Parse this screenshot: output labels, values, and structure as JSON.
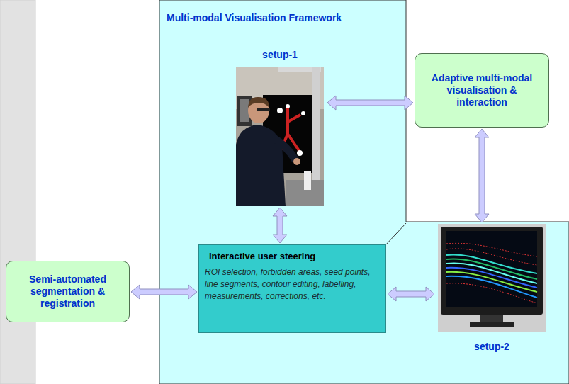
{
  "diagram": {
    "nodes": [
      {
        "text": [
          "Multi-modal Visualisation Framework"
        ]
      },
      {
        "text": [
          "setup-1"
        ],
        "in": 0
      },
      {
        "text": [
          "Adaptive multi-modal visualisation & interaction"
        ]
      },
      {
        "text": [
          "Interactive user steering",
          "ROI selection, forbidden areas, seed points, line segments, contour editing, labelling, measurements, corrections, etc."
        ],
        "in": 0
      },
      {
        "text": [
          "setup-2"
        ],
        "in": 0
      },
      {
        "text": [
          "Semi-automated segmentation & registration"
        ]
      }
    ],
    "edges": [
      {
        "from": 1,
        "to": 2,
        "arrow": "both"
      },
      {
        "from": 1,
        "to": 3,
        "arrow": "both"
      },
      {
        "from": 2,
        "to": 4,
        "arrow": "both"
      },
      {
        "from": 5,
        "to": 3,
        "arrow": "both"
      },
      {
        "from": 3,
        "to": 4,
        "arrow": "both"
      }
    ]
  }
}
